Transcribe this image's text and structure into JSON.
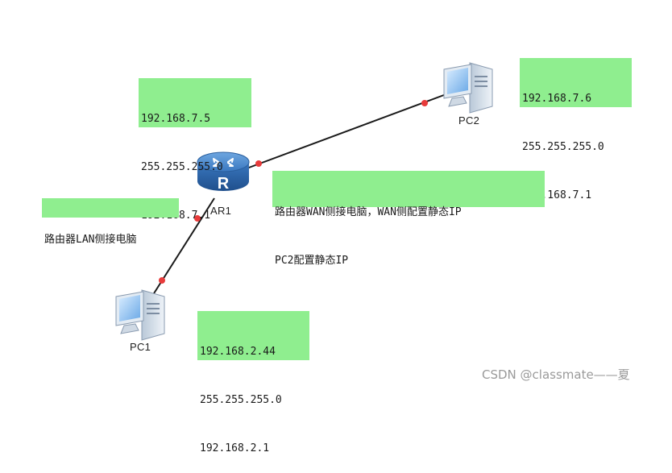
{
  "devices": {
    "router": {
      "label": "AR1",
      "icon": "router-icon",
      "badge": "R"
    },
    "pc1": {
      "label": "PC1",
      "icon": "desktop-pc-icon"
    },
    "pc2": {
      "label": "PC2",
      "icon": "desktop-pc-icon"
    }
  },
  "notes": {
    "router_lan": {
      "lines": [
        "192.168.7.5",
        "255.255.255.0",
        "192.168.7.1"
      ]
    },
    "pc2": {
      "lines": [
        "192.168.7.6",
        "255.255.255.0",
        "192.168.7.1"
      ]
    },
    "pc1": {
      "lines": [
        "192.168.2.44",
        "255.255.255.0",
        "192.168.2.1"
      ]
    },
    "wan_desc": {
      "lines": [
        "路由器WAN侧接电脑，WAN侧配置静态IP",
        "PC2配置静态IP"
      ]
    },
    "lan_desc": {
      "lines": [
        "路由器LAN侧接电脑"
      ]
    }
  },
  "colors": {
    "note_background": "#8fee8f",
    "link": "#1a1a1a",
    "port_dot": "#e83b3b",
    "router_blue": "#2f6fb6"
  },
  "watermark": "CSDN @classmate——夏"
}
